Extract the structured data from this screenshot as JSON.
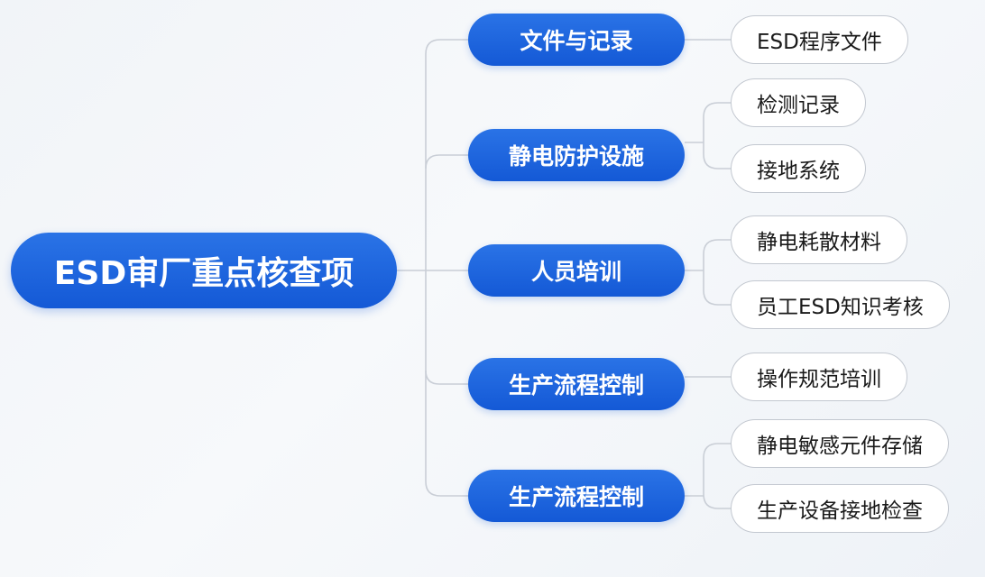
{
  "root": {
    "label": "ESD审厂重点核查项"
  },
  "colors": {
    "accent": "#1459d6",
    "connector": "#c9ced6",
    "leaf_border": "#c3c8d0"
  },
  "categories": [
    {
      "label": "文件与记录",
      "children": [
        "ESD程序文件"
      ]
    },
    {
      "label": "静电防护设施",
      "children": [
        "检测记录",
        "接地系统"
      ]
    },
    {
      "label": "人员培训",
      "children": [
        "静电耗散材料",
        "员工ESD知识考核"
      ]
    },
    {
      "label": "生产流程控制",
      "children": [
        "操作规范培训"
      ]
    },
    {
      "label": "生产流程控制",
      "children": [
        "静电敏感元件存储",
        "生产设备接地检查"
      ]
    }
  ]
}
